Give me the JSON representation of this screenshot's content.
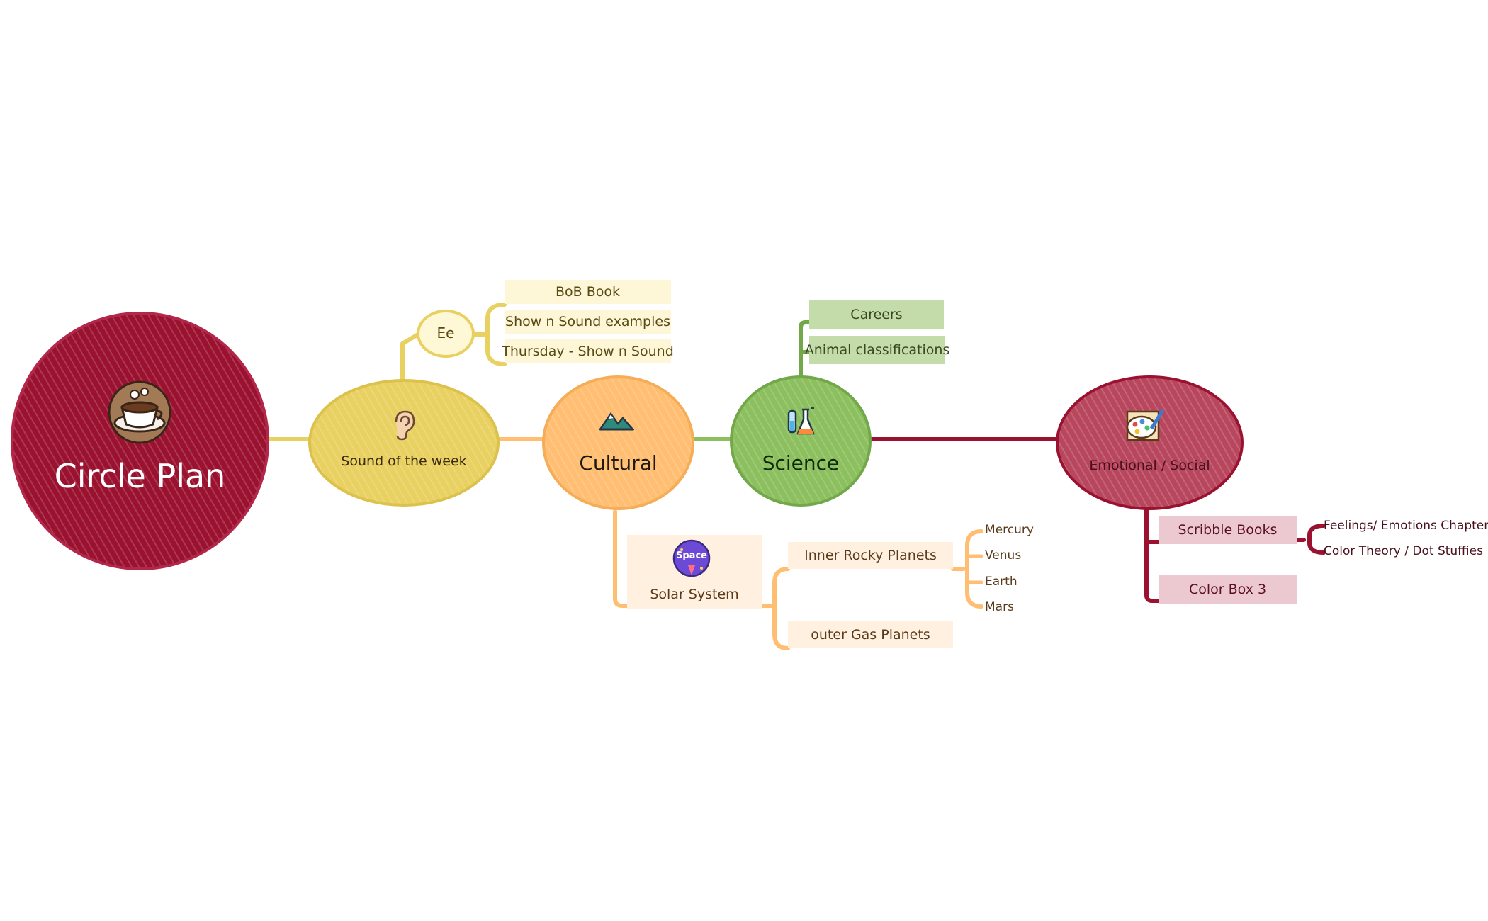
{
  "root": {
    "title": "Circle Plan",
    "icon": "coffee-cup-icon",
    "color": "#9b1230"
  },
  "topics": [
    {
      "id": "sound",
      "label": "Sound of the week",
      "icon": "ear-icon",
      "color": "#e8d160",
      "children": [
        {
          "label": "Ee",
          "children": [
            "BoB Book",
            "Show n Sound examples",
            "Thursday - Show n Sound"
          ]
        }
      ]
    },
    {
      "id": "cultural",
      "label": "Cultural",
      "icon": "mountains-icon",
      "color": "#ffbe72",
      "children": [
        {
          "label": "Solar System",
          "icon": "space-rocket-icon",
          "icon_text": "Space",
          "children": [
            {
              "label": "Inner Rocky Planets",
              "children": [
                "Mercury",
                "Venus",
                "Earth",
                "Mars"
              ]
            },
            {
              "label": "outer Gas Planets",
              "children": []
            }
          ]
        }
      ]
    },
    {
      "id": "science",
      "label": "Science",
      "icon": "flasks-icon",
      "color": "#8cbf5e",
      "children": [
        "Careers",
        "Animal classifications"
      ]
    },
    {
      "id": "emotional",
      "label": "Emotional / Social",
      "icon": "palette-icon",
      "color": "#b8475e",
      "children": [
        {
          "label": "Scribble Books",
          "children": [
            "Feelings/ Emotions Chapter",
            "Color Theory / Dot Stuffies"
          ]
        },
        {
          "label": "Color Box 3",
          "children": []
        }
      ]
    }
  ]
}
